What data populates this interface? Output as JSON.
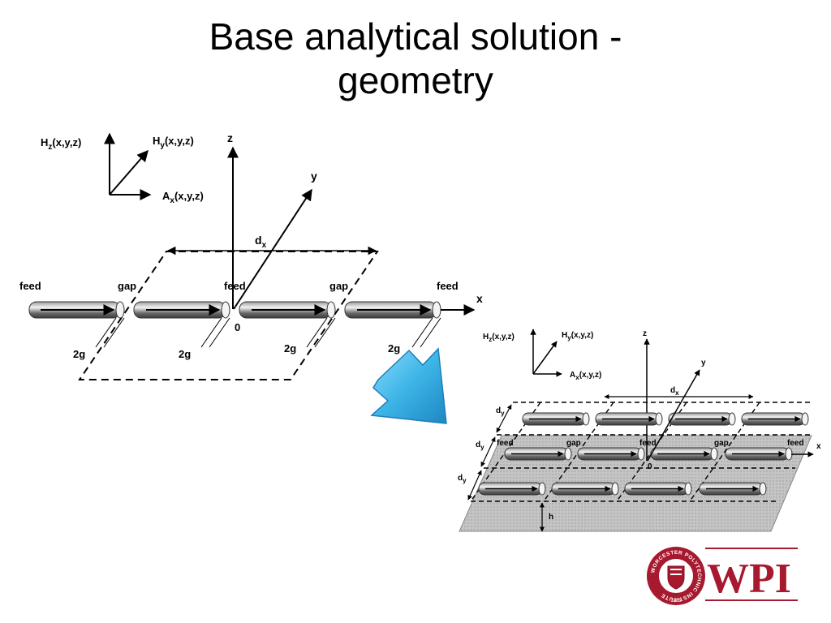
{
  "slide": {
    "title_line1": "Base analytical solution -",
    "title_line2": "geometry"
  },
  "diagram_single": {
    "legend": {
      "hz": "Hz(x,y,z)",
      "hz_main": "H",
      "hz_sub": "z",
      "hz_args": "(x,y,z)",
      "hy_main": "H",
      "hy_sub": "y",
      "hy_args": "(x,y,z)",
      "ax_main": "A",
      "ax_sub": "x",
      "ax_args": "(x,y,z)"
    },
    "axes": {
      "z": "z",
      "y": "y",
      "x": "x",
      "origin": "0"
    },
    "dx_main": "d",
    "dx_sub": "x",
    "feed_labels": [
      "feed",
      "feed",
      "feed"
    ],
    "gap_labels": [
      "gap",
      "gap"
    ],
    "gap_width_labels": [
      "2g",
      "2g",
      "2g",
      "2g"
    ]
  },
  "diagram_array": {
    "legend": {
      "hz_main": "H",
      "hz_sub": "z",
      "hz_args": "(x,y,z)",
      "hy_main": "H",
      "hy_sub": "y",
      "hy_args": "(x,y,z)",
      "ax_main": "A",
      "ax_sub": "x",
      "ax_args": "(x,y,z)"
    },
    "axes": {
      "z": "z",
      "y": "y",
      "x": "x",
      "origin": "0"
    },
    "dx_main": "d",
    "dx_sub": "x",
    "dy_main": "d",
    "dy_sub": "y",
    "feed_labels": [
      "feed",
      "feed",
      "feed"
    ],
    "gap_labels": [
      "gap",
      "gap"
    ],
    "height_label": "h"
  },
  "logo": {
    "text": "WPI",
    "seal_text": "WORCESTER POLYTECHNIC INSTITUTE",
    "seal_year": "1865",
    "color": "#a6192e"
  },
  "colors": {
    "arrow_fill": "#3cb4e6",
    "ground": "#c0c0c0"
  }
}
